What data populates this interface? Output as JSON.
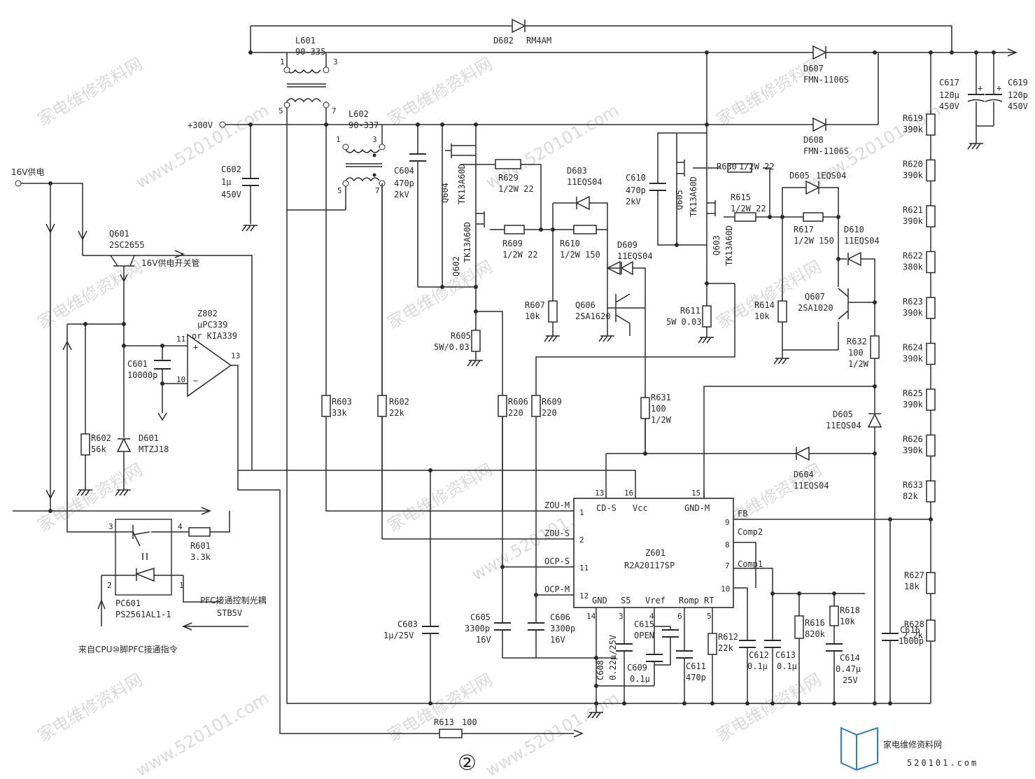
{
  "labels": {
    "in_16v": "16V供电",
    "in_300v": "+300V",
    "q601_name": "Q601",
    "q601_part": "2SC2655",
    "q601_desc": "16V供电开关管",
    "z802_name": "Z802",
    "z802_part1": "μPC339",
    "z802_part2": "or KIA339",
    "pin11a": "11",
    "pin10a": "10",
    "pin13a": "13",
    "c601_name": "C601",
    "c601_val": "10000p",
    "r602a_name": "R602",
    "r602a_val": "56k",
    "d601_name": "D601",
    "d601_part": "MTZJ18",
    "l601_name": "L601",
    "l601_part": "90-335",
    "l601_p1": "1",
    "l601_p3": "3",
    "l601_p5": "5",
    "l601_p7": "7",
    "l602_name": "L602",
    "l602_part": "90-337",
    "l602_p1": "1",
    "l602_p3": "3",
    "l602_p5": "5",
    "l602_p7": "7",
    "d602_name": "D602",
    "d602_part": "RM4AM",
    "c602_name": "C602",
    "c602_v1": "1μ",
    "c602_v2": "450V",
    "c604_name": "C604",
    "c604_v1": "470p",
    "c604_v2": "2kV",
    "q604_name": "Q604",
    "q604_part": "TK13A60D",
    "q602_name": "Q602",
    "q602_part": "TK13A60D",
    "r629_name": "R629",
    "r629_val": "1/2W 22",
    "r609a_name": "R609",
    "r609a_val": "1/2W 22",
    "d603_name": "D603",
    "d603_part": "11EQS04",
    "r610_name": "R610",
    "r610_val": "1/2W 150",
    "d609_name": "D609",
    "d609_part": "11EQS04",
    "r607_name": "R607",
    "r607_val": "10k",
    "q606_name": "Q606",
    "q606_part": "2SA1620",
    "r605_name": "R605",
    "r605_val": "5W/0.03",
    "r603_name": "R603",
    "r603_val": "33k",
    "r602b_name": "R602",
    "r602b_val": "22k",
    "r606_name": "R606",
    "r606_val": "220",
    "r609b_name": "R609",
    "r609b_val": "220",
    "r631_name": "R631",
    "r631_v1": "100",
    "r631_v2": "1/2W",
    "c610_name": "C610",
    "c610_v1": "470p",
    "c610_v2": "2kV",
    "q605_name": "Q605",
    "q605_part": "TK13A60D",
    "q603_name": "Q603",
    "q603_part": "TK13A60D",
    "r630_name": "R630",
    "r630_val": "1/2W 22",
    "r615_name": "R615",
    "r615_val": "1/2W 22",
    "d605a_name": "D605",
    "d605a_part": "1EQS04",
    "r617_name": "R617",
    "r617_val": "1/2W 150",
    "d610_name": "D610",
    "d610_part": "11EQS04",
    "r611_name": "R611",
    "r611_val": "5W 0.03",
    "r614_name": "R614",
    "r614_val": "10k",
    "q607_name": "Q607",
    "q607_part": "2SA1020",
    "r632_name": "R632",
    "r632_v1": "100",
    "r632_v2": "1/2W",
    "d605b_name": "D605",
    "d605b_part": "11EQS04",
    "d604_name": "D604",
    "d604_part": "11EQS04",
    "d607_name": "D607",
    "d607_part": "FMN-1106S",
    "d608_name": "D608",
    "d608_part": "FMN-1106S",
    "c617_name": "C617",
    "c617_v1": "120μ",
    "c617_v2": "450V",
    "c619_name": "C619",
    "c619_v1": "120p",
    "c619_v2": "450V",
    "r_chain": [
      {
        "name": "R619",
        "val": "390k"
      },
      {
        "name": "R620",
        "val": "390k"
      },
      {
        "name": "R621",
        "val": "390k"
      },
      {
        "name": "R622",
        "val": "380k"
      },
      {
        "name": "R623",
        "val": "390k"
      },
      {
        "name": "R624",
        "val": "390k"
      },
      {
        "name": "R625",
        "val": "390k"
      },
      {
        "name": "R626",
        "val": "390k"
      },
      {
        "name": "R633",
        "val": "82k"
      }
    ],
    "r627_name": "R627",
    "r627_val": "18k",
    "r628_name": "R628",
    "r628_val": "2.2k",
    "z601_name": "Z601",
    "z601_part": "R2A20117SP",
    "z601_pins": {
      "p1": "1",
      "p2": "2",
      "p3": "3",
      "p4": "4",
      "p5": "5",
      "p6": "6",
      "p7": "7",
      "p8": "8",
      "p9": "9",
      "p10": "10",
      "p11": "11",
      "p12": "12",
      "p13": "13",
      "p14": "14",
      "p15": "15",
      "p16": "16"
    },
    "z601_sig": {
      "zou_m": "ZOU-M",
      "zou_s": "ZOU-S",
      "ocp_s": "OCP-S",
      "ocp_m": "OCP-M",
      "cd_s": "CD-S",
      "vcc": "Vcc",
      "gnd_m": "GND-M",
      "fb": "FB",
      "comp2": "Comp2",
      "comp1": "Comp1",
      "gnd": "GND",
      "s5": "S5",
      "vref": "Vref",
      "romp": "Romp",
      "rt": "RT"
    },
    "c603_name": "C603",
    "c603_val": "1μ/25V",
    "c605_name": "C605",
    "c605_v1": "3300p",
    "c605_v2": "16V",
    "c606_name": "C606",
    "c606_v1": "3300p",
    "c606_v2": "16V",
    "c608_name": "C608",
    "c608_val": "0.22μ/25V",
    "c615_name": "C615",
    "c615_val": "OPEN",
    "c609_name": "C609",
    "c609_val": "0.1μ",
    "c611_name": "C611",
    "c611_val": "470p",
    "r612_name": "R612",
    "r612_val": "22k",
    "c612_name": "C612",
    "c612_val": "0.1μ",
    "c613_name": "C613",
    "c613_val": "0.1μ",
    "r616_name": "R616",
    "r616_val": "820k",
    "r618_name": "R618",
    "r618_val": "10k",
    "c614_name": "C614",
    "c614_v1": "0.47μ",
    "c614_v2": "25V",
    "c616_name": "C616",
    "c616_val": "1000p",
    "r601_name": "R601",
    "r601_val": "3.3k",
    "pc601_name": "PC601",
    "pc601_part": "PS2561AL1-1",
    "pc_p1": "1",
    "pc_p2": "2",
    "pc_p3": "3",
    "pc_p4": "4",
    "pfc_ctrl1": "PFC接通控制光耦",
    "pfc_ctrl2": "STB5V",
    "from_cpu": "来自CPU⑩脚PFC接通指令",
    "r613_name": "R613",
    "r613_val": "100",
    "fig_num": "②"
  },
  "watermark": {
    "text_cn": "家电维修资料网",
    "text_url": "www.520101.com"
  },
  "logo": {
    "text": "家电维修资料网",
    "sub": "520101.com"
  }
}
